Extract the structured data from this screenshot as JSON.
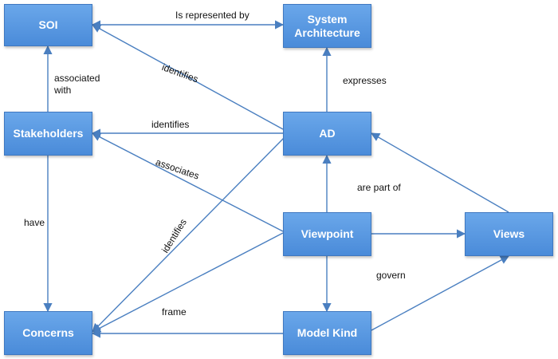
{
  "nodes": {
    "soi": "SOI",
    "system_architecture": "System\nArchitecture",
    "stakeholders": "Stakeholders",
    "ad": "AD",
    "viewpoint": "Viewpoint",
    "views": "Views",
    "concerns": "Concerns",
    "model_kind": "Model Kind"
  },
  "edges": {
    "is_represented_by": "Is represented by",
    "expresses": "expresses",
    "associated_with": "associated\nwith",
    "identifies_soi": "identifies",
    "identifies_stakeholders": "identifies",
    "associates": "associates",
    "have": "have",
    "identifies_concerns": "identifies",
    "are_part_of": "are part of",
    "govern": "govern",
    "frame": "frame"
  },
  "colors": {
    "node_fill": "#5b9be3",
    "node_border": "#3f78c0",
    "edge": "#4a7fc0"
  }
}
